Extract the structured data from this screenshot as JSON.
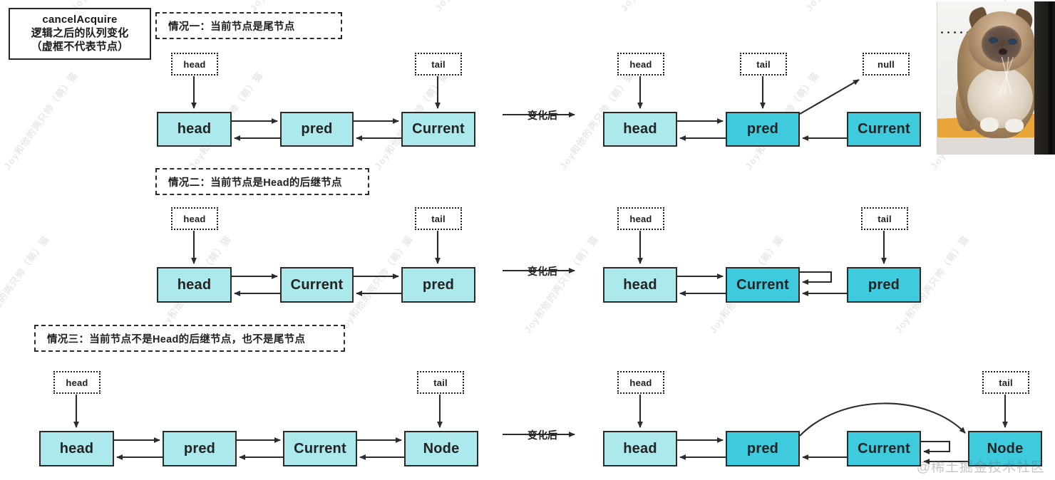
{
  "title_box": {
    "line1": "cancelAcquire",
    "line2": "逻辑之后的队列变化",
    "line3": "（虚框不代表节点）"
  },
  "colors": {
    "node_light": "#ace9ec",
    "node_dark": "#3ecbde",
    "stroke": "#2b2b2b",
    "background": "#ffffff"
  },
  "transition_label": "变化后",
  "cases": [
    {
      "caption": "情况一：当前节点是尾节点",
      "before": {
        "pointers": [
          "head",
          "tail"
        ],
        "nodes": [
          {
            "label": "head",
            "fill": "light"
          },
          {
            "label": "pred",
            "fill": "light"
          },
          {
            "label": "Current",
            "fill": "light"
          }
        ]
      },
      "after": {
        "pointers": [
          "head",
          "tail",
          "null"
        ],
        "nodes": [
          {
            "label": "head",
            "fill": "light"
          },
          {
            "label": "pred",
            "fill": "dark"
          },
          {
            "label": "Current",
            "fill": "dark"
          }
        ]
      }
    },
    {
      "caption": "情况二：当前节点是Head的后继节点",
      "before": {
        "pointers": [
          "head",
          "tail"
        ],
        "nodes": [
          {
            "label": "head",
            "fill": "light"
          },
          {
            "label": "Current",
            "fill": "light"
          },
          {
            "label": "pred",
            "fill": "light"
          }
        ]
      },
      "after": {
        "pointers": [
          "head",
          "tail"
        ],
        "nodes": [
          {
            "label": "head",
            "fill": "light"
          },
          {
            "label": "Current",
            "fill": "dark"
          },
          {
            "label": "pred",
            "fill": "dark"
          }
        ]
      }
    },
    {
      "caption": "情况三：当前节点不是Head的后继节点，也不是尾节点",
      "before": {
        "pointers": [
          "head",
          "tail"
        ],
        "nodes": [
          {
            "label": "head",
            "fill": "light"
          },
          {
            "label": "pred",
            "fill": "light"
          },
          {
            "label": "Current",
            "fill": "light"
          },
          {
            "label": "Node",
            "fill": "light"
          }
        ]
      },
      "after": {
        "pointers": [
          "head",
          "tail"
        ],
        "nodes": [
          {
            "label": "head",
            "fill": "light"
          },
          {
            "label": "pred",
            "fill": "dark"
          },
          {
            "label": "Current",
            "fill": "dark"
          },
          {
            "label": "Node",
            "fill": "dark"
          }
        ]
      }
    }
  ],
  "watermark": {
    "diagonal": "Joy和他的两只帅（萌）猫",
    "corner": "@稀土掘金技术社区"
  },
  "photo": {
    "alt": "cat-photo"
  }
}
